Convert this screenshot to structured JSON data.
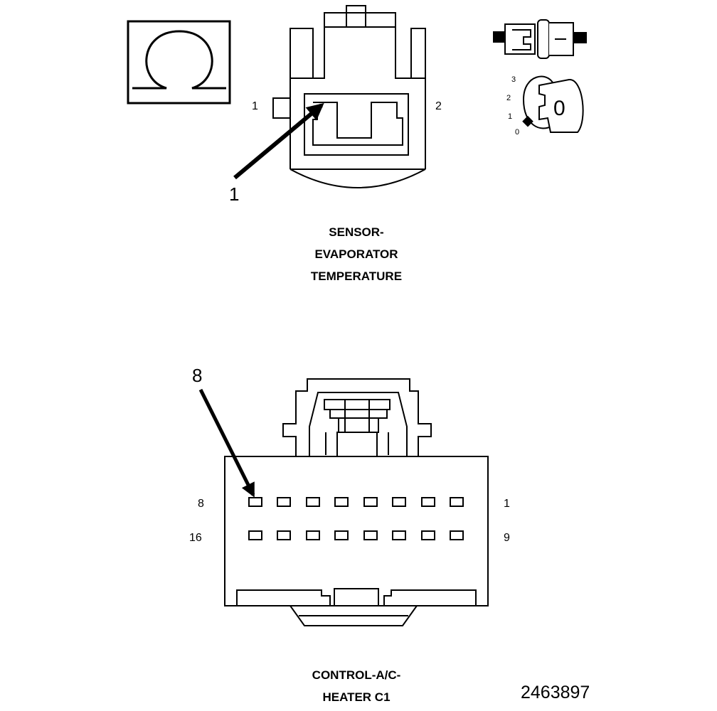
{
  "connector_top": {
    "caption": [
      "SENSOR-",
      "EVAPORATOR",
      "TEMPERATURE"
    ],
    "pin_left": "1",
    "pin_right": "2",
    "callout": "1"
  },
  "connector_bottom": {
    "caption": [
      "CONTROL-A/C-",
      "HEATER C1"
    ],
    "pin_top_left": "8",
    "pin_top_right": "1",
    "pin_bottom_left": "16",
    "pin_bottom_right": "9",
    "callout": "8"
  },
  "key_icon": {
    "positions": [
      "3",
      "2",
      "1",
      "0"
    ],
    "current": "0"
  },
  "icons": {
    "ohmmeter": "ohm-icon",
    "connector_pin": "connector-pin-icon",
    "ignition": "ignition-key-icon"
  },
  "document_number": "2463897"
}
